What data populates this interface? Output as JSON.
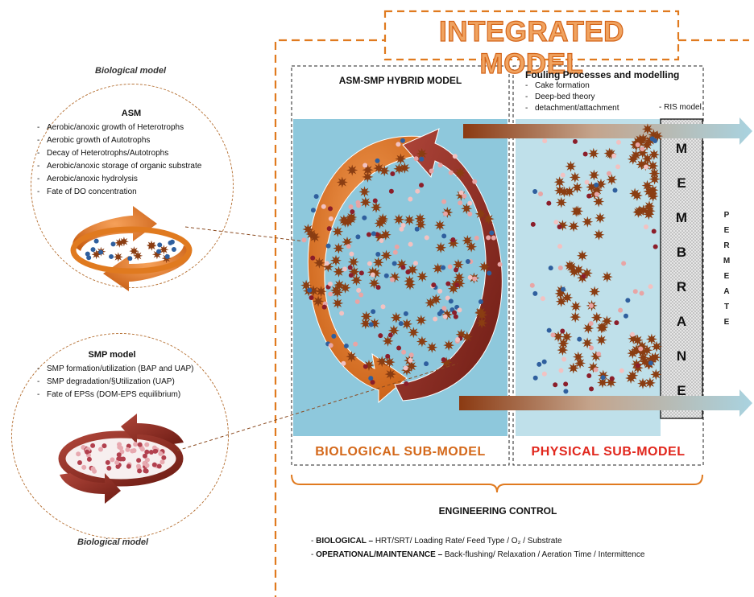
{
  "title": "INTEGRATED MODEL",
  "colors": {
    "orange": "#e07a1f",
    "darkRed": "#8b2a1e",
    "brownFlock": "#8a3d12",
    "tank": "#8ec8dc",
    "physical_red": "#e1261c"
  },
  "left": {
    "asm": {
      "top_label": "Biological model",
      "title": "ASM",
      "items": [
        "Aerobic/anoxic growth of Heterotrophs",
        "Aerobic growth of Autotrophs",
        "Decay of Heterotrophs/Autotrophs",
        "Aerobic/anoxic storage of organic substrate",
        "Aerobic/anoxic hydrolysis",
        "Fate of DO concentration"
      ]
    },
    "smp": {
      "title": "SMP model",
      "items": [
        "SMP formation/utilization (BAP and UAP)",
        "SMP degradation/§Utilization (UAP)",
        "Fate of EPSs (DOM-EPS equilibrium)"
      ],
      "bottom_label": "Biological model"
    }
  },
  "bio_box": {
    "header": "ASM-SMP HYBRID MODEL",
    "submodel": "BIOLOGICAL SUB-MODEL"
  },
  "phys_box": {
    "header": "Fouling Processes and modelling",
    "items": [
      "Cake formation",
      "Deep-bed theory",
      "detachment/attachment"
    ],
    "ris": "- RIS model",
    "submodel": "PHYSICAL SUB-MODEL",
    "membrane_letters": [
      "M",
      "E",
      "M",
      "B",
      "R",
      "A",
      "N",
      "E"
    ]
  },
  "permeate_letters": [
    "P",
    "E",
    "R",
    "M",
    "E",
    "A",
    "T",
    "E"
  ],
  "engineering": {
    "title": "ENGINEERING CONTROL",
    "lines": [
      {
        "label": "BIOLOGICAL –",
        "text": " HRT/SRT/ Loading Rate/ Feed Type / O₂ / Substrate"
      },
      {
        "label": "OPERATIONAL/MAINTENANCE –",
        "text": " Back-flushing/ Relaxation / Aeration Time / Intermittence"
      }
    ]
  }
}
